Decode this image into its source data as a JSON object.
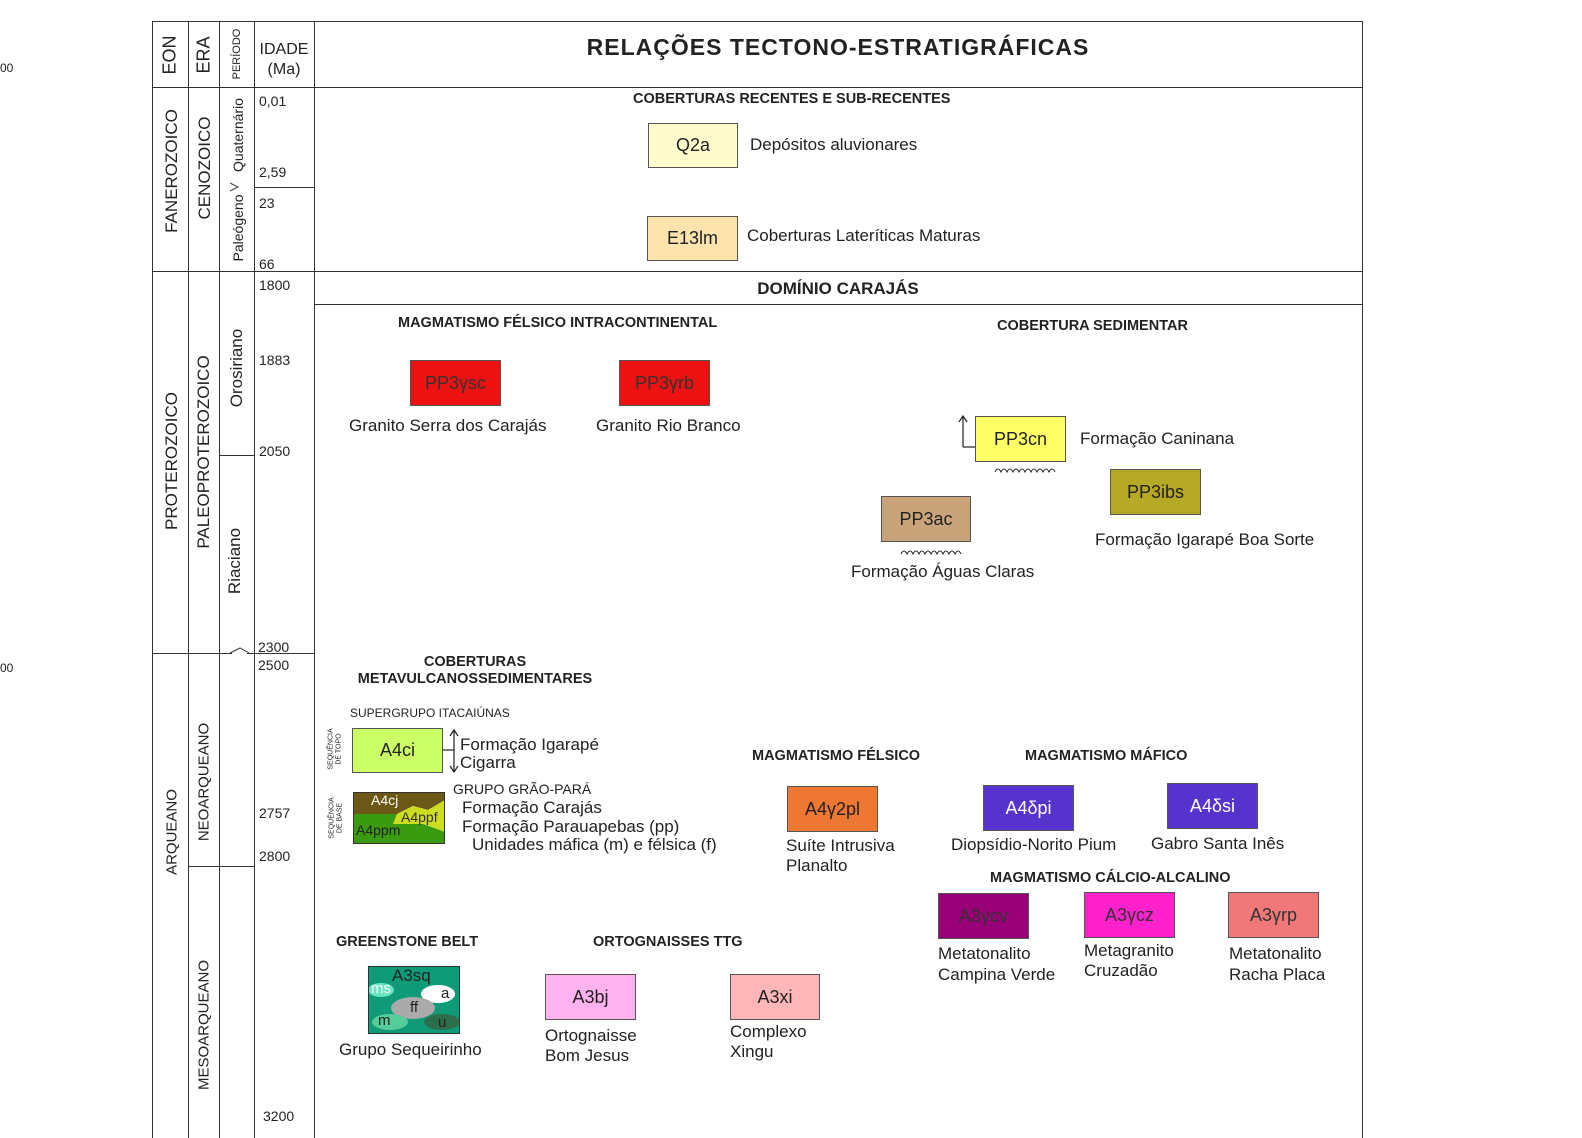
{
  "side_numbers": {
    "n1": "00",
    "n2": "00"
  },
  "header": {
    "eon": "EON",
    "era": "ERA",
    "periodo": "PERÍODO",
    "idade_line1": "IDADE",
    "idade_line2": "(Ma)",
    "title": "RELAÇÕES TECTONO-ESTRATIGRÁFICAS"
  },
  "eons": {
    "fanerozoico": "FANEROZOICO",
    "proterozoico": "PROTEROZOICO",
    "arqueano": "ARQUEANO"
  },
  "eras": {
    "cenozoico": "CENOZOICO",
    "paleoproterozoico": "PALEOPROTEROZOICO",
    "neoarqueano": "NEOARQUEANO",
    "mesoarqueano": "MESOARQUEANO"
  },
  "periods": {
    "quaternario": "Quaternário",
    "paleogeno": "Paleógeno",
    "orosiriano": "Orosiriano",
    "riaciano": "Riaciano"
  },
  "ages": {
    "a001": "0,01",
    "a259": "2,59",
    "a23": "23",
    "a66": "66",
    "a1800": "1800",
    "a1883": "1883",
    "a2050": "2050",
    "a2300": "2300",
    "a2500": "2500",
    "a2757": "2757",
    "a2800": "2800",
    "a3200": "3200"
  },
  "recent": {
    "title": "COBERTURAS RECENTES E SUB-RECENTES",
    "q2a_code": "Q2a",
    "q2a_name": "Depósitos aluvionares",
    "e13_code": "E13lm",
    "e13_name": "Coberturas Lateríticas Maturas"
  },
  "domain_title": "DOMÍNIO CARAJÁS",
  "felsic_intra": {
    "title": "MAGMATISMO FÉLSICO INTRACONTINENTAL",
    "sc_code": "PP3γsc",
    "sc_name": "Granito Serra dos Carajás",
    "rb_code": "PP3γrb",
    "rb_name": "Granito Rio Branco"
  },
  "sed_cover": {
    "title": "COBERTURA SEDIMENTAR",
    "cn_code": "PP3cn",
    "cn_name": "Formação Caninana",
    "ibs_code": "PP3ibs",
    "ibs_name": "Formação Igarapé Boa Sorte",
    "ac_code": "PP3ac",
    "ac_name": "Formação Águas Claras"
  },
  "metavulc": {
    "title_line1": "COBERTURAS",
    "title_line2": "METAVULCANOSSEDIMENTARES",
    "supergroup": "SUPERGRUPO ITACAIÚNAS",
    "seq_topo_1": "SEQUÊNCIA",
    "seq_topo_2": "DE TOPO",
    "ci_code": "A4ci",
    "ci_name1": "Formação Igarapé",
    "ci_name2": "Cigarra",
    "group": "GRUPO GRÃO-PARÁ",
    "seq_base_1": "SEQUÊNCIA",
    "seq_base_2": "DE BASE",
    "cj_code": "A4cj",
    "ppf_code": "A4ppf",
    "ppm_code": "A4ppm",
    "f_carajas": "Formação Carajás",
    "f_parauapebas": "Formação Parauapebas (pp)",
    "f_unidades": "Unidades máfica (m) e félsica (f)"
  },
  "felsic": {
    "title": "MAGMATISMO FÉLSICO",
    "pl_code": "A4γ2pl",
    "pl_name1": "Suíte Intrusiva",
    "pl_name2": "Planalto"
  },
  "mafic": {
    "title": "MAGMATISMO MÁFICO",
    "pi_code": "A4δpi",
    "pi_name": "Diopsídio-Norito Pium",
    "si_code": "A4δsi",
    "si_name": "Gabro Santa Inês"
  },
  "calc_alc": {
    "title": "MAGMATISMO CÁLCIO-ALCALINO",
    "cv_code": "A3γcv",
    "cv_name1": "Metatonalito",
    "cv_name2": "Campina Verde",
    "cz_code": "A3γcz",
    "cz_name1": "Metagranito",
    "cz_name2": "Cruzadão",
    "rp_code": "A3γrp",
    "rp_name1": "Metatonalito",
    "rp_name2": "Racha Placa"
  },
  "greenstone": {
    "title": "GREENSTONE BELT",
    "sq_code": "A3sq",
    "ms": "ms",
    "a": "a",
    "ff": "ff",
    "m": "m",
    "u": "u",
    "name": "Grupo Sequeirinho"
  },
  "ttg": {
    "title": "ORTOGNAISSES TTG",
    "bj_code": "A3bj",
    "bj_name1": "Ortognaisse",
    "bj_name2": "Bom Jesus",
    "xi_code": "A3xi",
    "xi_name1": "Complexo",
    "xi_name2": "Xingu"
  },
  "colors": {
    "q2a": "#fffbcc",
    "e13lm": "#fde3ad",
    "granite_red": "#ee1111",
    "pp3cn": "#ffff66",
    "pp3ac": "#c9a37a",
    "pp3ibs": "#b5a926",
    "a4ci": "#ccff66",
    "a4cj": "#6b5816",
    "a4ppf": "#ccdd22",
    "a4ppm": "#3a9a10",
    "a4g2pl": "#ee7733",
    "a4dpi": "#5533cc",
    "a4dsi": "#5533cc",
    "a3gcv": "#990077",
    "a3gcz": "#ff22cc",
    "a3grp": "#f07878",
    "a3sq": "#0f9a78",
    "a3bj": "#ffb3ee",
    "a3xi": "#ffb6b8"
  }
}
